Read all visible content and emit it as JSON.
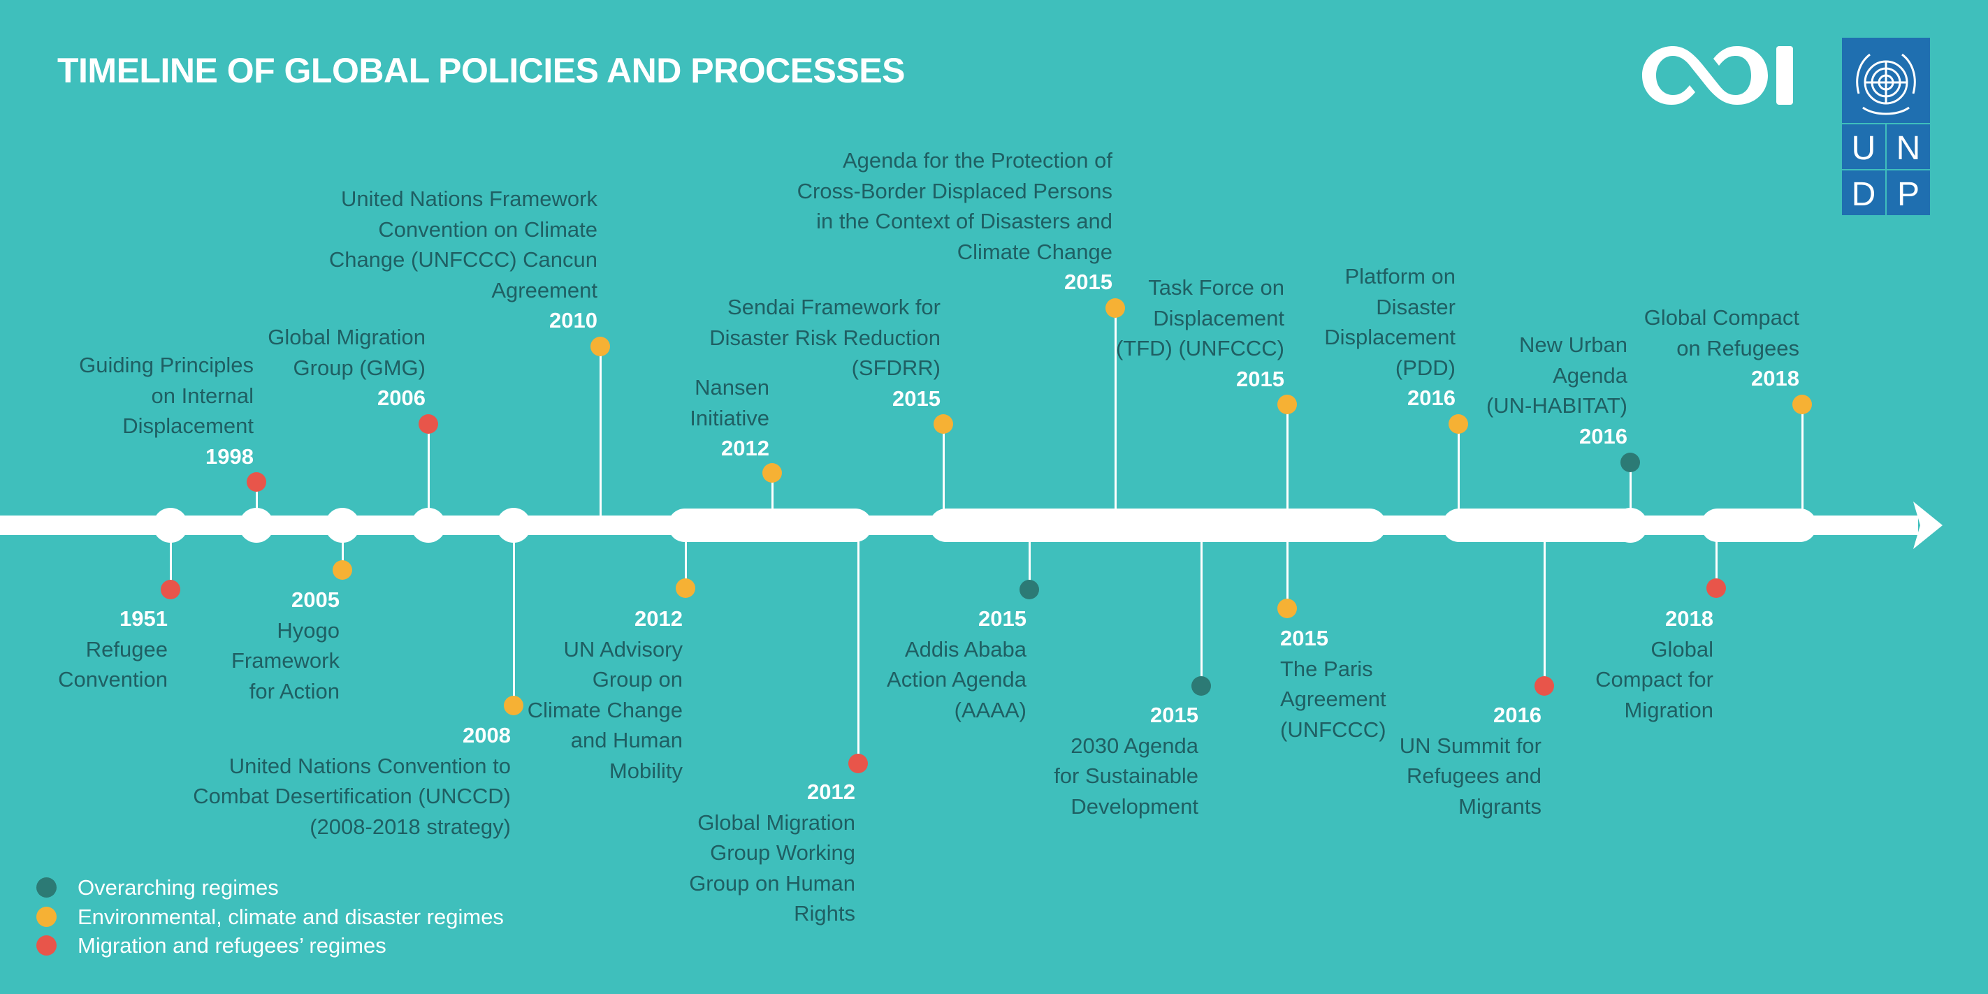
{
  "header": {
    "title": "TIMELINE OF GLOBAL POLICIES AND PROCESSES"
  },
  "logos": {
    "odi": "ODI",
    "undp": [
      "U",
      "N",
      "D",
      "P"
    ]
  },
  "categories": {
    "overarching": {
      "label": "Overarching regimes",
      "color": "#2c7a75"
    },
    "environmental": {
      "label": "Environmental, climate and disaster regimes",
      "color": "#f6b134"
    },
    "migration": {
      "label": "Migration and refugees’ regimes",
      "color": "#e8554a"
    }
  },
  "events": [
    {
      "id": "refugee-convention",
      "year": "1951",
      "text": "Refugee\nConvention",
      "category": "migration",
      "side": "below"
    },
    {
      "id": "guiding-principles",
      "year": "1998",
      "text": "Guiding Principles\non Internal\nDisplacement",
      "category": "migration",
      "side": "above"
    },
    {
      "id": "hyogo-framework",
      "year": "2005",
      "text": "Hyogo\nFramework\nfor Action",
      "category": "environmental",
      "side": "below"
    },
    {
      "id": "global-migration-group",
      "year": "2006",
      "text": "Global Migration\nGroup (GMG)",
      "category": "migration",
      "side": "above"
    },
    {
      "id": "unccd",
      "year": "2008",
      "text": "United Nations Convention to\nCombat Desertification (UNCCD)\n(2008-2018 strategy)",
      "category": "environmental",
      "side": "below"
    },
    {
      "id": "cancun-agreement",
      "year": "2010",
      "text": "United Nations Framework\nConvention on Climate\nChange (UNFCCC) Cancun\nAgreement",
      "category": "environmental",
      "side": "above"
    },
    {
      "id": "un-advisory-group",
      "year": "2012",
      "text": "UN Advisory\nGroup on\nClimate Change\nand Human\nMobility",
      "category": "environmental",
      "side": "below"
    },
    {
      "id": "nansen-initiative",
      "year": "2012",
      "text": "Nansen\nInitiative",
      "category": "environmental",
      "side": "above"
    },
    {
      "id": "gmg-working-group",
      "year": "2012",
      "text": "Global Migration\nGroup Working\nGroup on Human\nRights",
      "category": "migration",
      "side": "below"
    },
    {
      "id": "sendai-framework",
      "year": "2015",
      "text": "Sendai Framework for\nDisaster Risk Reduction\n(SFDRR)",
      "category": "environmental",
      "side": "above"
    },
    {
      "id": "addis-ababa",
      "year": "2015",
      "text": "Addis Ababa\nAction Agenda\n(AAAA)",
      "category": "overarching",
      "side": "below"
    },
    {
      "id": "protection-agenda",
      "year": "2015",
      "text": "Agenda for the Protection of\nCross-Border Displaced Persons\nin the Context of Disasters and\nClimate Change",
      "category": "environmental",
      "side": "above"
    },
    {
      "id": "agenda-2030",
      "year": "2015",
      "text": "2030 Agenda\nfor Sustainable\nDevelopment",
      "category": "overarching",
      "side": "below"
    },
    {
      "id": "task-force-displacement",
      "year": "2015",
      "text": "Task Force on\nDisplacement\n(TFD) (UNFCCC)",
      "category": "environmental",
      "side": "above"
    },
    {
      "id": "paris-agreement",
      "year": "2015",
      "text": "The Paris\nAgreement\n(UNFCCC)",
      "category": "environmental",
      "side": "below"
    },
    {
      "id": "pdd",
      "year": "2016",
      "text": "Platform on\nDisaster\nDisplacement\n(PDD)",
      "category": "environmental",
      "side": "above"
    },
    {
      "id": "un-summit",
      "year": "2016",
      "text": "UN Summit for\nRefugees and\nMigrants",
      "category": "migration",
      "side": "below"
    },
    {
      "id": "new-urban-agenda",
      "year": "2016",
      "text": "New Urban\nAgenda\n(UN-HABITAT)",
      "category": "overarching",
      "side": "above"
    },
    {
      "id": "global-compact-migration",
      "year": "2018",
      "text": "Global\nCompact for\nMigration",
      "category": "migration",
      "side": "below"
    },
    {
      "id": "global-compact-refugees",
      "year": "2018",
      "text": "Global Compact\non Refugees",
      "category": "environmental",
      "side": "above"
    }
  ]
}
